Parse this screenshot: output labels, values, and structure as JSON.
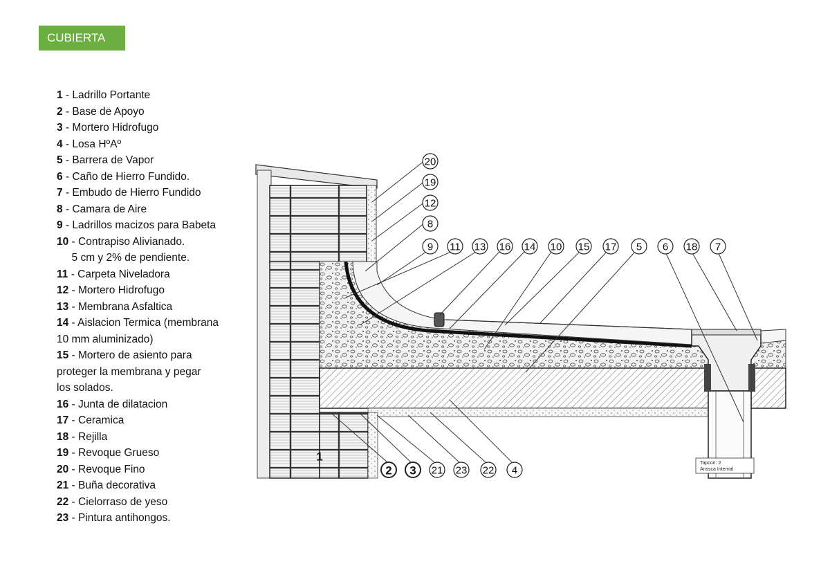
{
  "header": {
    "title": "CUBIERTA"
  },
  "legend": [
    {
      "num": "1",
      "text": " - Ladrillo Portante"
    },
    {
      "num": "2",
      "text": " - Base de Apoyo"
    },
    {
      "num": "3",
      "text": " - Mortero Hidrofugo"
    },
    {
      "num": "4",
      "text": " - Losa HºAº"
    },
    {
      "num": "5",
      "text": " - Barrera de Vapor"
    },
    {
      "num": "6",
      "text": " - Caño de Hierro Fundido."
    },
    {
      "num": "7",
      "text": " - Embudo de Hierro Fundido"
    },
    {
      "num": "8",
      "text": " - Camara de Aire"
    },
    {
      "num": "9",
      "text": " - Ladrillos macizos para Babeta"
    },
    {
      "num": "10",
      "text": " - Contrapiso Alivianado."
    },
    {
      "num": "",
      "text": "     5 cm y 2% de pendiente."
    },
    {
      "num": "11",
      "text": " - Carpeta Niveladora"
    },
    {
      "num": "12",
      "text": " - Mortero Hidrofugo"
    },
    {
      "num": "13",
      "text": " - Membrana Asfaltica"
    },
    {
      "num": "14",
      "text": " - Aislacion Termica (membrana"
    },
    {
      "num": "",
      "text": "10 mm aluminizado)"
    },
    {
      "num": "15",
      "text": " - Mortero de asiento para"
    },
    {
      "num": "",
      "text": "proteger la membrana y pegar"
    },
    {
      "num": "",
      "text": "los solados."
    },
    {
      "num": "16",
      "text": " - Junta de dilatacion"
    },
    {
      "num": "17",
      "text": " - Ceramica"
    },
    {
      "num": "18",
      "text": " - Rejilla"
    },
    {
      "num": "19",
      "text": " - Revoque Grueso"
    },
    {
      "num": "20",
      "text": " - Revoque Fino"
    },
    {
      "num": "21",
      "text": " - Buña decorativa"
    },
    {
      "num": "22",
      "text": " - Cielorraso de yeso"
    },
    {
      "num": "23",
      "text": " - Pintura antihongos."
    }
  ],
  "callouts_vertical": [
    "20",
    "19",
    "12",
    "8"
  ],
  "callouts_row": [
    "9",
    "11",
    "13",
    "16",
    "14",
    "10",
    "15",
    "17",
    "5",
    "6",
    "18",
    "7"
  ],
  "callouts_bottom": [
    "2",
    "3",
    "21",
    "23",
    "22",
    "4"
  ],
  "wall_label": "1",
  "drawing_stamp": [
    "Tapcon: 2",
    "Anssca Internal"
  ]
}
